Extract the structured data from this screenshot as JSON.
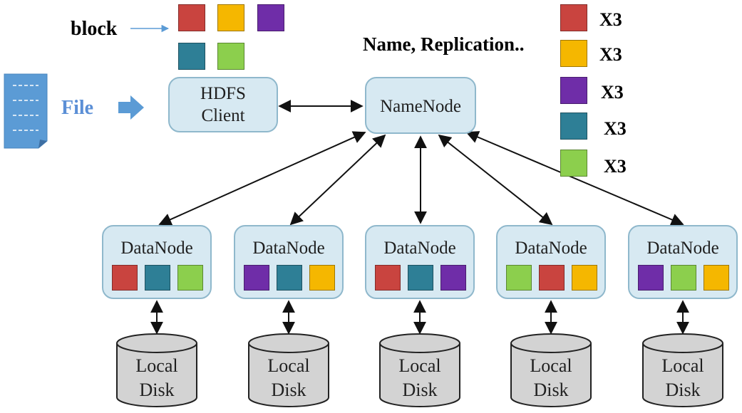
{
  "labels": {
    "block": "block",
    "file": "File",
    "name_replication": "Name, Replication.."
  },
  "client": {
    "line1": "HDFS",
    "line2": "Client"
  },
  "namenode": {
    "title": "NameNode"
  },
  "replication_legend": [
    {
      "color": "#c9443f",
      "label": "X3"
    },
    {
      "color": "#f5b700",
      "label": "X3"
    },
    {
      "color": "#6f2da8",
      "label": "X3"
    },
    {
      "color": "#2e7f96",
      "label": "X3"
    },
    {
      "color": "#8ccf4d",
      "label": "X3"
    }
  ],
  "block_colors": [
    "#c9443f",
    "#f5b700",
    "#6f2da8",
    "#2e7f96",
    "#8ccf4d"
  ],
  "datanodes": [
    {
      "title": "DataNode",
      "blocks": [
        "#c9443f",
        "#2e7f96",
        "#8ccf4d"
      ]
    },
    {
      "title": "DataNode",
      "blocks": [
        "#6f2da8",
        "#2e7f96",
        "#f5b700"
      ]
    },
    {
      "title": "DataNode",
      "blocks": [
        "#c9443f",
        "#2e7f96",
        "#6f2da8"
      ]
    },
    {
      "title": "DataNode",
      "blocks": [
        "#8ccf4d",
        "#c9443f",
        "#f5b700"
      ]
    },
    {
      "title": "DataNode",
      "blocks": [
        "#6f2da8",
        "#8ccf4d",
        "#f5b700"
      ]
    }
  ],
  "disks": [
    {
      "line1": "Local",
      "line2": "Disk"
    },
    {
      "line1": "Local",
      "line2": "Disk"
    },
    {
      "line1": "Local",
      "line2": "Disk"
    },
    {
      "line1": "Local",
      "line2": "Disk"
    },
    {
      "line1": "Local",
      "line2": "Disk"
    }
  ],
  "colors": {
    "node_fill": "#d7e9f2",
    "node_border": "#8fb8cc",
    "file_blue": "#5b8fd6",
    "disk_fill": "#d3d3d3"
  }
}
